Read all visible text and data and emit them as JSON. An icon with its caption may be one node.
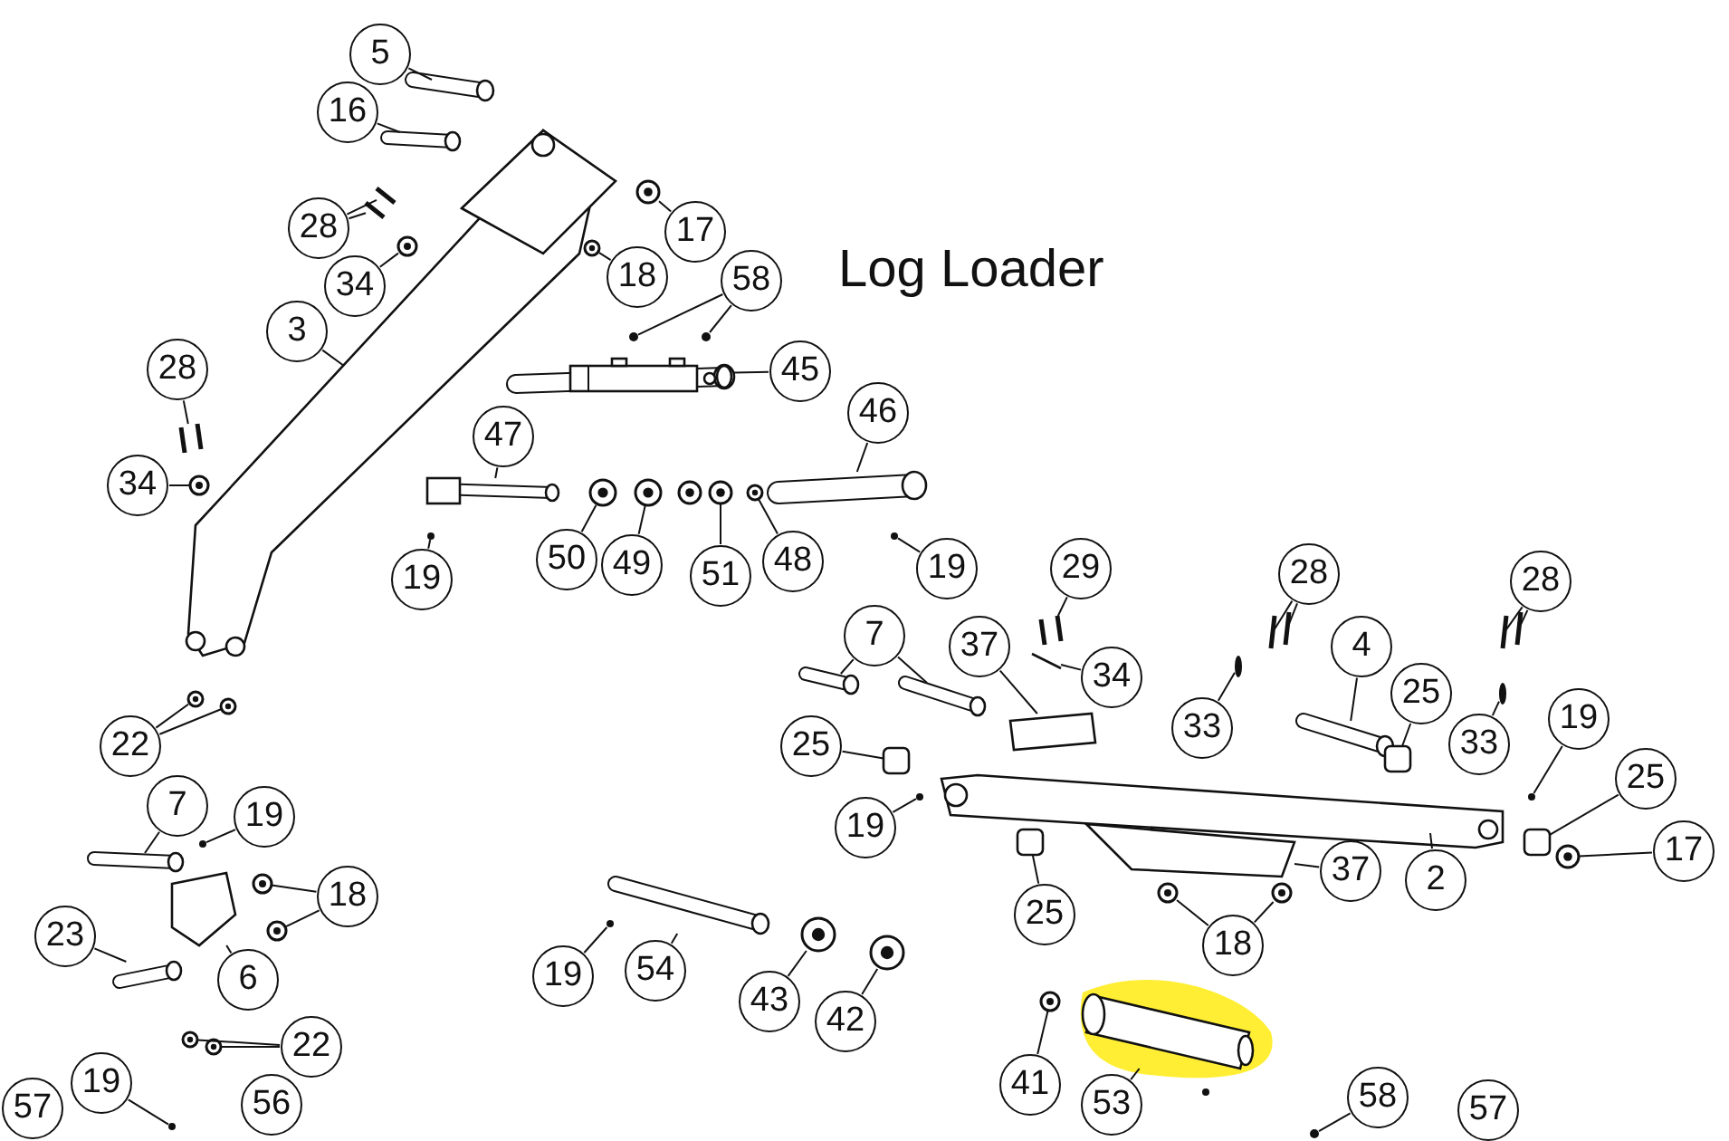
{
  "diagram": {
    "title": "Log Loader",
    "nodes": [
      {
        "text": [
          "5"
        ]
      },
      {
        "text": [
          "16"
        ]
      },
      {
        "text": [
          "28"
        ]
      },
      {
        "text": [
          "34"
        ]
      },
      {
        "text": [
          "17"
        ]
      },
      {
        "text": [
          "18"
        ]
      },
      {
        "text": [
          "58"
        ]
      },
      {
        "text": [
          "3"
        ]
      },
      {
        "text": [
          "45"
        ]
      },
      {
        "text": [
          "28"
        ]
      },
      {
        "text": [
          "47"
        ]
      },
      {
        "text": [
          "46"
        ]
      },
      {
        "text": [
          "34"
        ]
      },
      {
        "text": [
          "19"
        ]
      },
      {
        "text": [
          "50"
        ]
      },
      {
        "text": [
          "49"
        ]
      },
      {
        "text": [
          "51"
        ]
      },
      {
        "text": [
          "48"
        ]
      },
      {
        "text": [
          "19"
        ]
      },
      {
        "text": [
          "29"
        ]
      },
      {
        "text": [
          "28"
        ]
      },
      {
        "text": [
          "28"
        ]
      },
      {
        "text": [
          "7"
        ]
      },
      {
        "text": [
          "37"
        ]
      },
      {
        "text": [
          "34"
        ]
      },
      {
        "text": [
          "4"
        ]
      },
      {
        "text": [
          "25"
        ]
      },
      {
        "text": [
          "33"
        ]
      },
      {
        "text": [
          "33"
        ]
      },
      {
        "text": [
          "19"
        ]
      },
      {
        "text": [
          "7"
        ]
      },
      {
        "text": [
          "19"
        ]
      },
      {
        "text": [
          "25"
        ]
      },
      {
        "text": [
          "25"
        ]
      },
      {
        "text": [
          "19"
        ]
      },
      {
        "text": [
          "22"
        ]
      },
      {
        "text": [
          "18"
        ]
      },
      {
        "text": [
          "37"
        ]
      },
      {
        "text": [
          "2"
        ]
      },
      {
        "text": [
          "17"
        ]
      },
      {
        "text": [
          "25"
        ]
      },
      {
        "text": [
          "23"
        ]
      },
      {
        "text": [
          "6"
        ]
      },
      {
        "text": [
          "18"
        ]
      },
      {
        "text": [
          "19"
        ]
      },
      {
        "text": [
          "54"
        ]
      },
      {
        "text": [
          "43"
        ]
      },
      {
        "text": [
          "42"
        ]
      },
      {
        "text": [
          "22"
        ]
      },
      {
        "text": [
          "41"
        ]
      },
      {
        "text": [
          "53"
        ]
      },
      {
        "text": [
          "19"
        ]
      },
      {
        "text": [
          "56"
        ]
      },
      {
        "text": [
          "57"
        ]
      },
      {
        "text": [
          "58"
        ]
      },
      {
        "text": [
          "57"
        ]
      },
      {
        "text": [],
        "shape": "picture"
      },
      {
        "text": [],
        "shape": "picture"
      },
      {
        "text": [],
        "shape": "bar"
      },
      {
        "text": [],
        "shape": "bar"
      },
      {
        "text": [],
        "shape": "circle"
      },
      {
        "text": [],
        "shape": "circle"
      },
      {
        "text": [],
        "shape": "circle"
      },
      {
        "text": [],
        "shape": "circle"
      },
      {
        "text": [],
        "shape": "circle"
      },
      {
        "text": [],
        "shape": "picture"
      },
      {
        "text": [],
        "shape": "picture"
      },
      {
        "text": [],
        "shape": "picture"
      },
      {
        "text": [],
        "shape": "picture"
      },
      {
        "text": [],
        "shape": "picture"
      },
      {
        "text": [],
        "shape": "circle"
      },
      {
        "text": [],
        "shape": "circle"
      },
      {
        "text": [],
        "shape": "circle"
      },
      {
        "text": [],
        "shape": "circle"
      },
      {
        "text": [],
        "shape": "circle"
      },
      {
        "text": [],
        "shape": "circle"
      },
      {
        "text": [],
        "shape": "circle"
      },
      {
        "text": [],
        "shape": "picture"
      },
      {
        "text": [],
        "shape": "bar"
      },
      {
        "text": [],
        "shape": "bar"
      },
      {
        "text": [],
        "shape": "bar"
      },
      {
        "text": [],
        "shape": "bar"
      },
      {
        "text": [],
        "shape": "picture"
      },
      {
        "text": [],
        "shape": "picture"
      },
      {
        "text": [],
        "shape": "box"
      },
      {
        "text": [],
        "shape": "bar"
      },
      {
        "text": [],
        "shape": "picture"
      },
      {
        "text": [],
        "shape": "box"
      },
      {
        "text": [],
        "shape": "bar"
      },
      {
        "text": [],
        "shape": "bar"
      },
      {
        "text": [],
        "shape": "circle"
      },
      {
        "text": [],
        "shape": "picture"
      },
      {
        "text": [],
        "shape": "circle"
      },
      {
        "text": [],
        "shape": "box"
      },
      {
        "text": [],
        "shape": "box"
      },
      {
        "text": [],
        "shape": "circle"
      },
      {
        "text": [],
        "shape": "circle"
      },
      {
        "text": [],
        "shape": "circle"
      },
      {
        "text": [],
        "shape": "circle"
      },
      {
        "text": [],
        "shape": "circle"
      },
      {
        "text": [],
        "shape": "picture"
      },
      {
        "text": [],
        "shape": "picture"
      },
      {
        "text": [],
        "shape": "circle"
      },
      {
        "text": [],
        "shape": "box"
      },
      {
        "text": [],
        "shape": "picture"
      },
      {
        "text": [],
        "shape": "picture"
      },
      {
        "text": [],
        "shape": "circle"
      },
      {
        "text": [],
        "shape": "circle"
      },
      {
        "text": [],
        "shape": "circle"
      },
      {
        "text": [],
        "shape": "picture"
      },
      {
        "text": [],
        "shape": "circle"
      },
      {
        "text": [],
        "shape": "circle"
      },
      {
        "text": [],
        "shape": "circle"
      },
      {
        "text": [],
        "shape": "circle"
      },
      {
        "text": [],
        "shape": "circle"
      },
      {
        "text": [],
        "shape": "picture"
      },
      {
        "text": [],
        "shape": "circle"
      },
      {
        "text": [],
        "shape": "circle"
      }
    ],
    "edges": [
      {
        "from": 0,
        "to": 56,
        "arrow": "none"
      },
      {
        "from": 1,
        "to": 57,
        "arrow": "none"
      },
      {
        "from": 2,
        "to": 58,
        "arrow": "none"
      },
      {
        "from": 2,
        "to": 59,
        "arrow": "none"
      },
      {
        "from": 3,
        "to": 60,
        "arrow": "none"
      },
      {
        "from": 4,
        "to": 61,
        "arrow": "none"
      },
      {
        "from": 5,
        "to": 62,
        "arrow": "none"
      },
      {
        "from": 6,
        "to": 63,
        "arrow": "none"
      },
      {
        "from": 6,
        "to": 64,
        "arrow": "none"
      },
      {
        "from": 7,
        "to": 65,
        "arrow": "none"
      },
      {
        "from": 8,
        "to": 66,
        "arrow": "none"
      },
      {
        "from": 9,
        "to": 67,
        "arrow": "none"
      },
      {
        "from": 10,
        "to": 68,
        "arrow": "none"
      },
      {
        "from": 11,
        "to": 69,
        "arrow": "none"
      },
      {
        "from": 12,
        "to": 70,
        "arrow": "none"
      },
      {
        "from": 13,
        "to": 71,
        "arrow": "none"
      },
      {
        "from": 14,
        "to": 72,
        "arrow": "none"
      },
      {
        "from": 15,
        "to": 73,
        "arrow": "none"
      },
      {
        "from": 16,
        "to": 74,
        "arrow": "none"
      },
      {
        "from": 17,
        "to": 75,
        "arrow": "none"
      },
      {
        "from": 18,
        "to": 76,
        "arrow": "none"
      },
      {
        "from": 19,
        "to": 77,
        "arrow": "none"
      },
      {
        "from": 20,
        "to": 78,
        "arrow": "none"
      },
      {
        "from": 20,
        "to": 79,
        "arrow": "none"
      },
      {
        "from": 21,
        "to": 80,
        "arrow": "none"
      },
      {
        "from": 21,
        "to": 81,
        "arrow": "none"
      },
      {
        "from": 22,
        "to": 82,
        "arrow": "none"
      },
      {
        "from": 22,
        "to": 83,
        "arrow": "none"
      },
      {
        "from": 23,
        "to": 84,
        "arrow": "none"
      },
      {
        "from": 24,
        "to": 85,
        "arrow": "none"
      },
      {
        "from": 25,
        "to": 86,
        "arrow": "none"
      },
      {
        "from": 26,
        "to": 87,
        "arrow": "none"
      },
      {
        "from": 27,
        "to": 88,
        "arrow": "none"
      },
      {
        "from": 28,
        "to": 89,
        "arrow": "none"
      },
      {
        "from": 29,
        "to": 90,
        "arrow": "none"
      },
      {
        "from": 30,
        "to": 91,
        "arrow": "none"
      },
      {
        "from": 31,
        "to": 92,
        "arrow": "none"
      },
      {
        "from": 32,
        "to": 93,
        "arrow": "none"
      },
      {
        "from": 33,
        "to": 94,
        "arrow": "none"
      },
      {
        "from": 34,
        "to": 95,
        "arrow": "none"
      },
      {
        "from": 35,
        "to": 96,
        "arrow": "none"
      },
      {
        "from": 35,
        "to": 97,
        "arrow": "none"
      },
      {
        "from": 36,
        "to": 98,
        "arrow": "none"
      },
      {
        "from": 36,
        "to": 99,
        "arrow": "none"
      },
      {
        "from": 37,
        "to": 100,
        "arrow": "none"
      },
      {
        "from": 38,
        "to": 101,
        "arrow": "none"
      },
      {
        "from": 39,
        "to": 102,
        "arrow": "none"
      },
      {
        "from": 40,
        "to": 103,
        "arrow": "none"
      },
      {
        "from": 41,
        "to": 104,
        "arrow": "none"
      },
      {
        "from": 42,
        "to": 105,
        "arrow": "none"
      },
      {
        "from": 43,
        "to": 106,
        "arrow": "none"
      },
      {
        "from": 43,
        "to": 107,
        "arrow": "none"
      },
      {
        "from": 44,
        "to": 108,
        "arrow": "none"
      },
      {
        "from": 45,
        "to": 109,
        "arrow": "none"
      },
      {
        "from": 46,
        "to": 110,
        "arrow": "none"
      },
      {
        "from": 47,
        "to": 111,
        "arrow": "none"
      },
      {
        "from": 48,
        "to": 112,
        "arrow": "none"
      },
      {
        "from": 48,
        "to": 113,
        "arrow": "none"
      },
      {
        "from": 49,
        "to": 114,
        "arrow": "none"
      },
      {
        "from": 50,
        "to": 115,
        "arrow": "none"
      },
      {
        "from": 51,
        "to": 116,
        "arrow": "none"
      },
      {
        "from": 54,
        "to": 117,
        "arrow": "none"
      }
    ]
  }
}
